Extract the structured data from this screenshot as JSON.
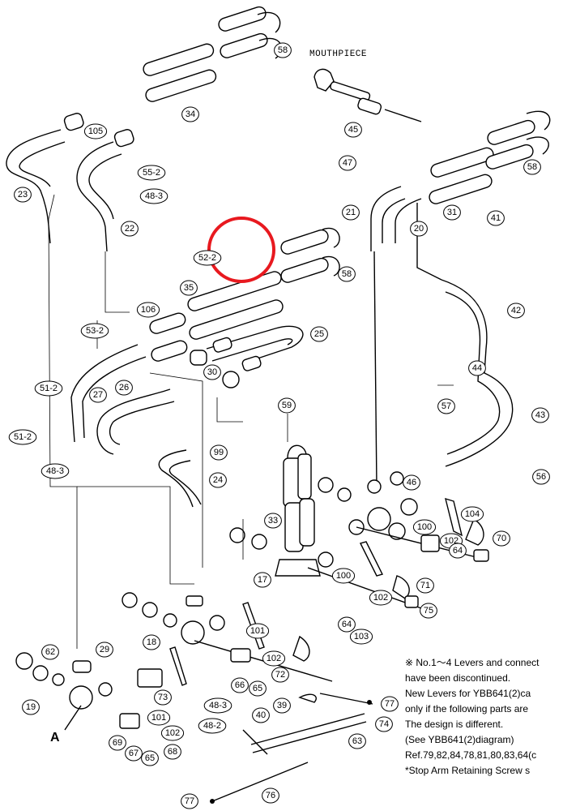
{
  "diagram": {
    "mouthpiece_label": "MOUTHPIECE",
    "arrow_label": "A",
    "highlight_color": "#e8191f",
    "parts": [
      {
        "id": "58a",
        "label": "58"
      },
      {
        "id": "34",
        "label": "34"
      },
      {
        "id": "105",
        "label": "105"
      },
      {
        "id": "55-2",
        "label": "55-2"
      },
      {
        "id": "48-3a",
        "label": "48-3"
      },
      {
        "id": "23",
        "label": "23"
      },
      {
        "id": "22",
        "label": "22"
      },
      {
        "id": "45",
        "label": "45"
      },
      {
        "id": "47",
        "label": "47"
      },
      {
        "id": "58b",
        "label": "58"
      },
      {
        "id": "21",
        "label": "21"
      },
      {
        "id": "20",
        "label": "20"
      },
      {
        "id": "31",
        "label": "31"
      },
      {
        "id": "41",
        "label": "41"
      },
      {
        "id": "52-2",
        "label": "52-2"
      },
      {
        "id": "58c",
        "label": "58"
      },
      {
        "id": "35",
        "label": "35"
      },
      {
        "id": "106",
        "label": "106"
      },
      {
        "id": "42",
        "label": "42"
      },
      {
        "id": "53-2",
        "label": "53-2"
      },
      {
        "id": "25",
        "label": "25"
      },
      {
        "id": "44",
        "label": "44"
      },
      {
        "id": "30",
        "label": "30"
      },
      {
        "id": "51-2a",
        "label": "51-2"
      },
      {
        "id": "27",
        "label": "27"
      },
      {
        "id": "26",
        "label": "26"
      },
      {
        "id": "57",
        "label": "57"
      },
      {
        "id": "59",
        "label": "59"
      },
      {
        "id": "43",
        "label": "43"
      },
      {
        "id": "51-2b",
        "label": "51-2"
      },
      {
        "id": "99",
        "label": "99"
      },
      {
        "id": "48-3b",
        "label": "48-3"
      },
      {
        "id": "24",
        "label": "24"
      },
      {
        "id": "56",
        "label": "56"
      },
      {
        "id": "46",
        "label": "46"
      },
      {
        "id": "104",
        "label": "104"
      },
      {
        "id": "100a",
        "label": "100"
      },
      {
        "id": "33",
        "label": "33"
      },
      {
        "id": "70",
        "label": "70"
      },
      {
        "id": "102a",
        "label": "102"
      },
      {
        "id": "64a",
        "label": "64"
      },
      {
        "id": "17",
        "label": "17"
      },
      {
        "id": "100b",
        "label": "100"
      },
      {
        "id": "71",
        "label": "71"
      },
      {
        "id": "102b",
        "label": "102"
      },
      {
        "id": "75",
        "label": "75"
      },
      {
        "id": "64b",
        "label": "64"
      },
      {
        "id": "103",
        "label": "103"
      },
      {
        "id": "101a",
        "label": "101"
      },
      {
        "id": "18",
        "label": "18"
      },
      {
        "id": "62",
        "label": "62"
      },
      {
        "id": "29",
        "label": "29"
      },
      {
        "id": "102c",
        "label": "102"
      },
      {
        "id": "72",
        "label": "72"
      },
      {
        "id": "66",
        "label": "66"
      },
      {
        "id": "65a",
        "label": "65"
      },
      {
        "id": "73",
        "label": "73"
      },
      {
        "id": "48-3c",
        "label": "48-3"
      },
      {
        "id": "19",
        "label": "19"
      },
      {
        "id": "39",
        "label": "39"
      },
      {
        "id": "77a",
        "label": "77"
      },
      {
        "id": "40",
        "label": "40"
      },
      {
        "id": "74",
        "label": "74"
      },
      {
        "id": "101b",
        "label": "101"
      },
      {
        "id": "48-2",
        "label": "48-2"
      },
      {
        "id": "102d",
        "label": "102"
      },
      {
        "id": "69",
        "label": "69"
      },
      {
        "id": "67",
        "label": "67"
      },
      {
        "id": "65b",
        "label": "65"
      },
      {
        "id": "68",
        "label": "68"
      },
      {
        "id": "63",
        "label": "63"
      },
      {
        "id": "77b",
        "label": "77"
      },
      {
        "id": "76",
        "label": "76"
      }
    ]
  },
  "notes": {
    "lines": [
      "※ No.1～4  Levers and connect",
      "have been discontinued.",
      "New Levers for YBB641(2)ca",
      "only if the following parts are",
      "The design is different.",
      "(See YBB641(2)diagram)",
      "Ref.79,82,84,78,81,80,83,64(c",
      "*Stop Arm Retaining Screw s"
    ]
  }
}
